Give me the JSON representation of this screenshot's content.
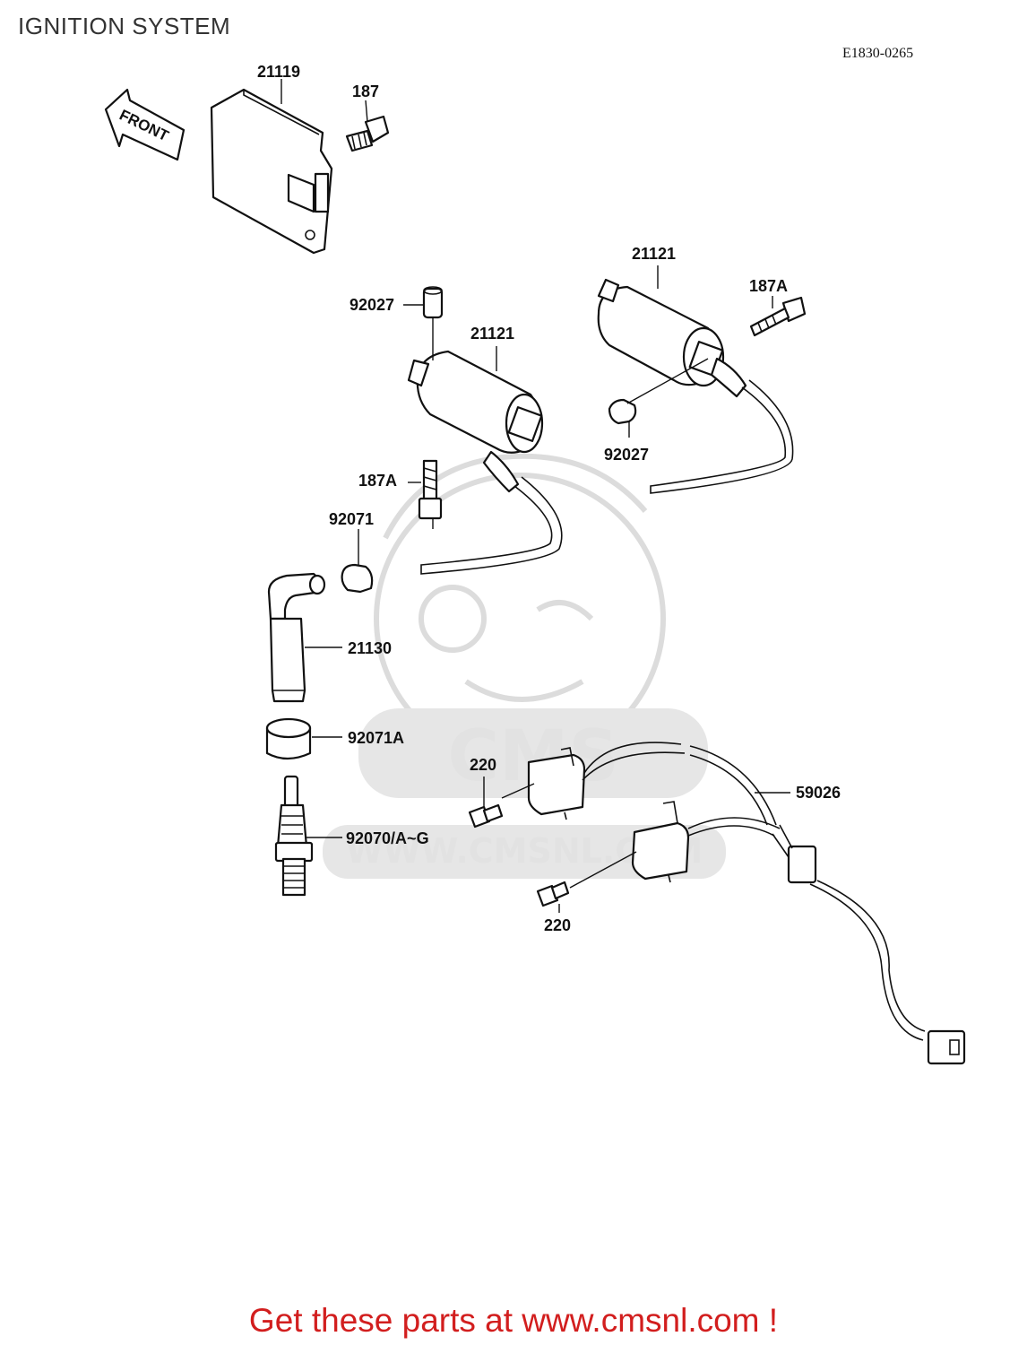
{
  "title": "IGNITION SYSTEM",
  "diagram_code": "E1830-0265",
  "front_arrow_text": "FRONT",
  "footer_text": "Get these parts at www.cmsnl.com !",
  "colors": {
    "footer": "#d21e1e",
    "lines": "#111111",
    "watermark": "#dcdcdc"
  },
  "watermark": {
    "logo_text": "CMS",
    "url_text": "WWW.CMSNL.COM"
  },
  "part_labels": {
    "ignitor_21119": "21119",
    "bolt_187": "187",
    "coil_right_21121": "21121",
    "bolt_right_187A": "187A",
    "spacer_top_92027": "92027",
    "coil_left_21121": "21121",
    "spacer_right_92027": "92027",
    "bolt_left_187A": "187A",
    "seal_92071": "92071",
    "plug_cap_21130": "21130",
    "cap_92071A": "92071A",
    "plug_92070": "92070/A~G",
    "harness_59026": "59026",
    "screw_upper_220": "220",
    "screw_lower_220": "220"
  }
}
